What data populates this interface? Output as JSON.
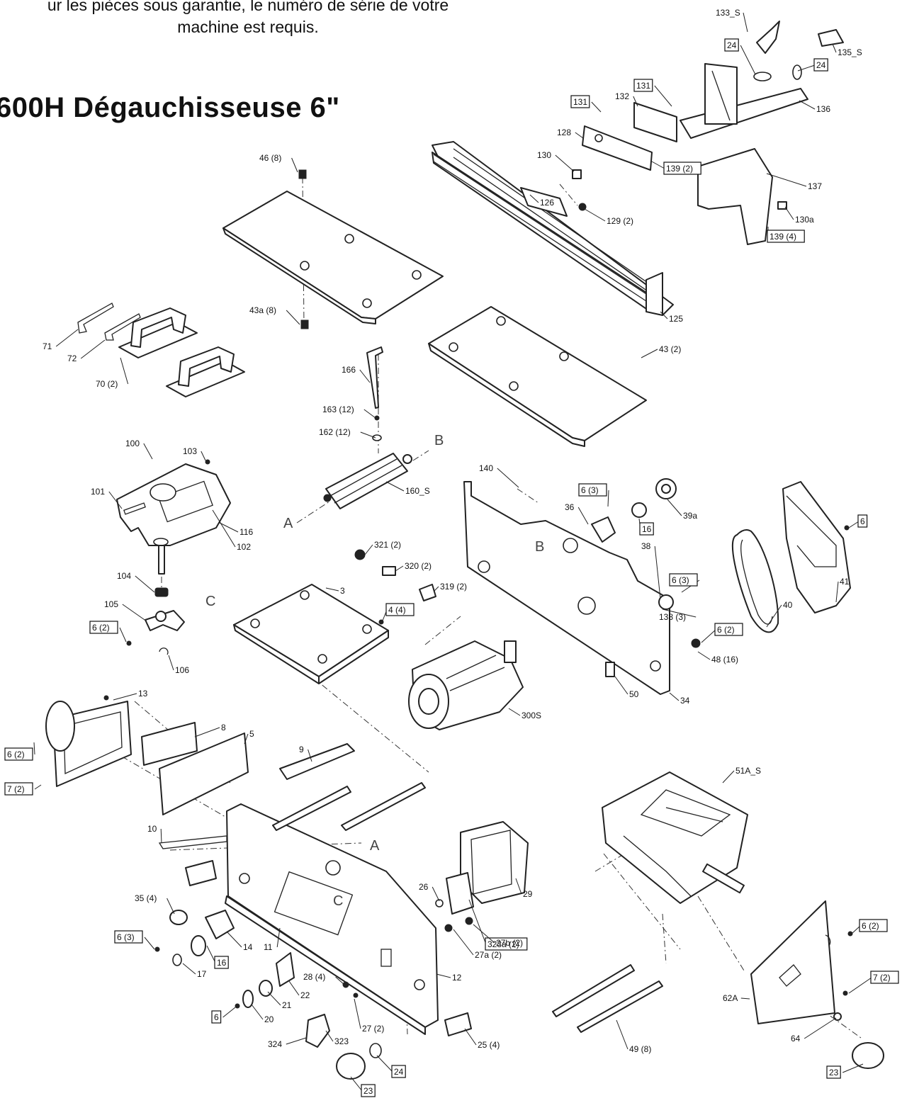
{
  "notice": {
    "line1": "ur les pièces sous garantie, le numéro de série de votre",
    "line2": "machine est requis."
  },
  "title": "600H Dégauchisseuse 6\"",
  "reference_letters": [
    "A",
    "B",
    "C"
  ],
  "callouts": [
    "133_S",
    "24",
    "135_S",
    "24",
    "131",
    "131",
    "132",
    "136",
    "128",
    "130",
    "139 (2)",
    "137",
    "126",
    "129 (2)",
    "130a",
    "139 (4)",
    "46 (8)",
    "125",
    "43a (8)",
    "43 (2)",
    "71",
    "72",
    "70 (2)",
    "166",
    "163 (12)",
    "162 (12)",
    "160_S",
    "100",
    "103",
    "101",
    "116",
    "102",
    "140",
    "6 (3)",
    "39a",
    "36",
    "16",
    "6",
    "41",
    "40",
    "321 (2)",
    "320 (2)",
    "319 (2)",
    "38",
    "6 (3)",
    "138 (3)",
    "104",
    "105",
    "6 (2)",
    "106",
    "3",
    "4 (4)",
    "6 (2)",
    "48 (16)",
    "300S",
    "50",
    "34",
    "13",
    "8",
    "5",
    "6 (2)",
    "7 (2)",
    "9",
    "10",
    "51A_S",
    "29",
    "323a (2)",
    "26",
    "35 (4)",
    "6 (3)",
    "14",
    "11",
    "16",
    "17",
    "27b (2)",
    "27a (2)",
    "6 (2)",
    "28 (4)",
    "12",
    "22",
    "21",
    "20",
    "6",
    "27 (2)",
    "62A",
    "7 (2)",
    "49 (8)",
    "324",
    "323",
    "25 (4)",
    "64",
    "24",
    "23",
    "23"
  ]
}
